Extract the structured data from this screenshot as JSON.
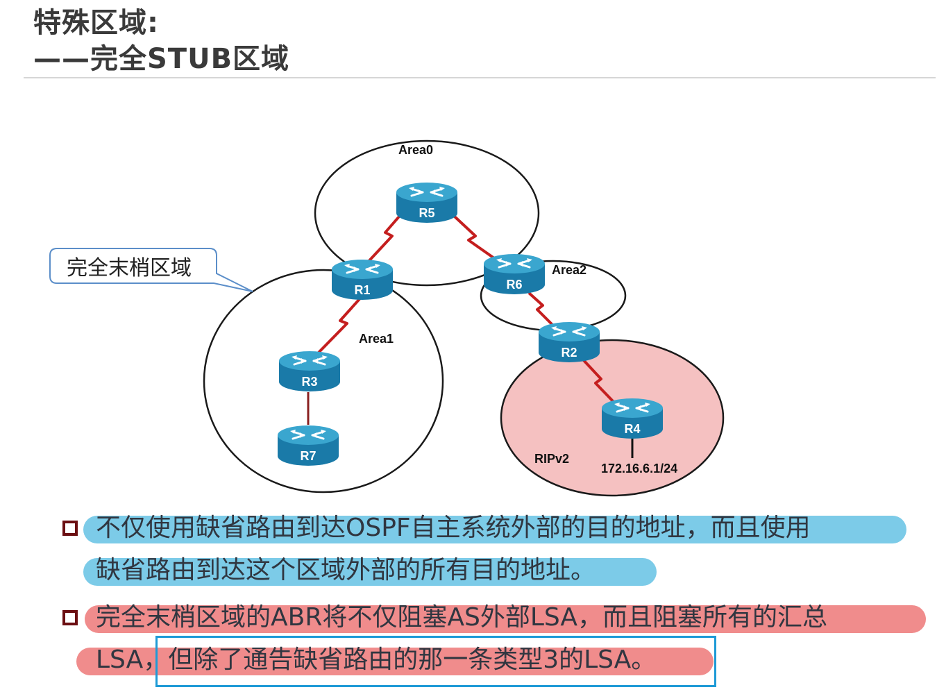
{
  "header": {
    "title_line1": "特殊区域:",
    "title_line2": "——完全STUB区域"
  },
  "diagram": {
    "areas": {
      "area0": "Area0",
      "area1": "Area1",
      "area2": "Area2",
      "rip": "RIPv2"
    },
    "routers": [
      "R5",
      "R1",
      "R6",
      "R2",
      "R3",
      "R7",
      "R4"
    ],
    "network_label": "172.16.6.1/24",
    "callout": "完全末梢区域",
    "colors": {
      "router_body": "#1a7aa8",
      "router_top": "#3aa6cf",
      "serial_link": "#c41e1e",
      "rip_fill": "#f5c1c1"
    }
  },
  "bullets": [
    {
      "lines": [
        "不仅使用缺省路由到达OSPF自主系统外部的目的地址，而且使用",
        "缺省路由到达这个区域外部的所有目的地址。"
      ],
      "highlight": "#7ccbe8"
    },
    {
      "lines": [
        "完全末梢区域的ABR将不仅阻塞AS外部LSA，而且阻塞所有的汇总",
        "LSA，但除了通告缺省路由的那一条类型3的LSA。"
      ],
      "highlight": "#f08c8c"
    }
  ]
}
